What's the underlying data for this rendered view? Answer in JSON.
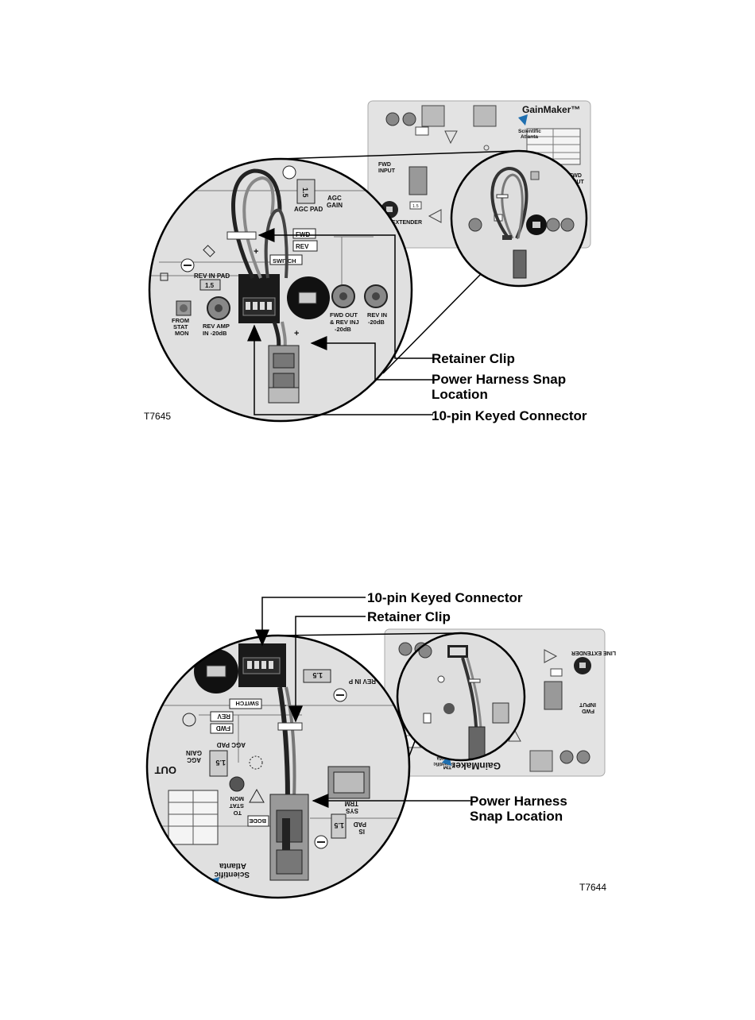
{
  "figure_top": {
    "id": "T7645",
    "callouts": {
      "retainer_clip": "Retainer Clip",
      "power_harness_line1": "Power Harness Snap",
      "power_harness_line2": "Location",
      "connector": "10-pin Keyed Connector"
    },
    "module": {
      "brand": "GainMaker™",
      "maker_line1": "Scientific",
      "maker_line2": "Atlanta",
      "fwd_input_line1": "FWD",
      "fwd_input_line2": "INPUT",
      "fwd_output_line1": "FWD",
      "fwd_output_line2": "OUTPUT",
      "line_extender": "LINE EXTENDER",
      "pad_value": "1.5"
    },
    "zoom": {
      "agc_pad": "AGC PAD",
      "agc_gain_line1": "AGC",
      "agc_gain_line2": "GAIN",
      "pad_value": "1.5",
      "fwd": "FWD",
      "rev": "REV",
      "switch": "SWITCH",
      "rev_in_pad": "REV IN PAD",
      "rev_in_pad_value": "1.5",
      "from_stat_mon_1": "FROM",
      "from_stat_mon_2": "STAT",
      "from_stat_mon_3": "MON",
      "rev_amp_1": "REV AMP",
      "rev_amp_2": "IN -20dB",
      "fwd_out_1": "FWD OUT",
      "fwd_out_2": "& REV INJ",
      "fwd_out_3": "-20dB",
      "rev_in_1": "REV IN",
      "rev_in_2": "-20dB"
    }
  },
  "figure_bottom": {
    "id": "T7644",
    "callouts": {
      "connector": "10-pin Keyed Connector",
      "retainer_clip": "Retainer Clip",
      "power_harness_line1": "Power Harness",
      "power_harness_line2": "Snap Location"
    },
    "module": {
      "brand": "GainMaker™",
      "maker_line1": "Scientific",
      "maker_line2": "Atlanta",
      "line_extender": "LINE EXTENDER",
      "fwd_input_line1": "FWD",
      "fwd_input_line2": "INPUT"
    },
    "zoom": {
      "switch": "SWITCH",
      "rev": "REV",
      "fwd": "FWD",
      "agc_pad": "AGC PAD",
      "agc_gain_1": "AGC",
      "agc_gain_2": "GAIN",
      "out": "OUT",
      "pad_value": "1.5",
      "to_stat_mon_1": "TO",
      "to_stat_mon_2": "STAT",
      "to_stat_mon_3": "MON",
      "bode": "BODE",
      "sys_trm_1": "SYS",
      "sys_trm_2": "TRM",
      "is_pad_1": "IS",
      "is_pad_2": "PAD",
      "is_pad_value": "1.5",
      "rev_in_p": "REV IN P",
      "maker_line1": "Scientific",
      "maker_line2": "Atlanta"
    }
  },
  "colors": {
    "panel": "#e2e2e2",
    "panel_dark": "#bcbcbc",
    "line": "#000000",
    "accent_blue": "#1f6fb0"
  }
}
